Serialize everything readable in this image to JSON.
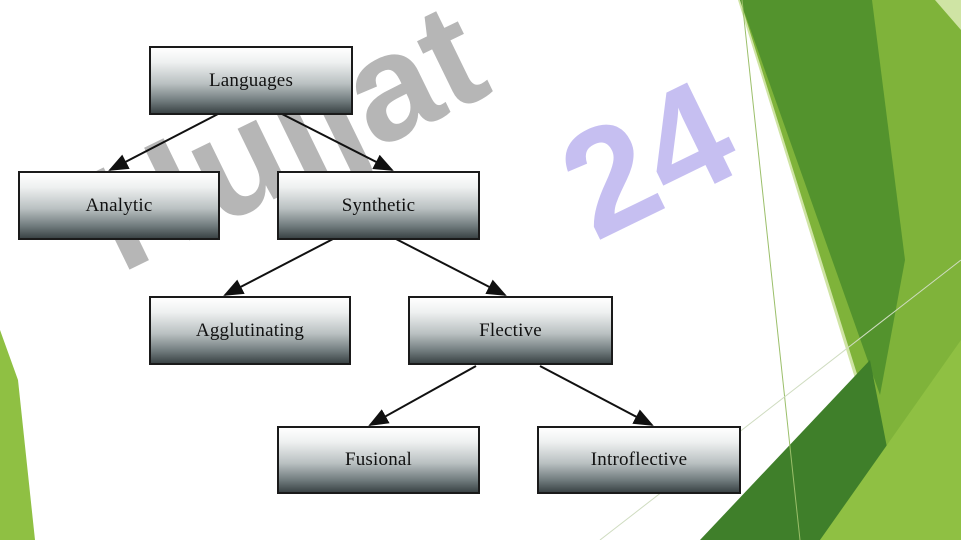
{
  "diagram": {
    "nodes": [
      {
        "id": "languages",
        "label": "Languages"
      },
      {
        "id": "analytic",
        "label": "Analytic"
      },
      {
        "id": "synthetic",
        "label": "Synthetic"
      },
      {
        "id": "agglutinating",
        "label": "Agglutinating"
      },
      {
        "id": "flective",
        "label": "Flective"
      },
      {
        "id": "fusional",
        "label": "Fusional"
      },
      {
        "id": "introflective",
        "label": "Introflective"
      }
    ],
    "edges": [
      {
        "from": "languages",
        "to": "analytic"
      },
      {
        "from": "languages",
        "to": "synthetic"
      },
      {
        "from": "synthetic",
        "to": "agglutinating"
      },
      {
        "from": "synthetic",
        "to": "flective"
      },
      {
        "from": "flective",
        "to": "fusional"
      },
      {
        "from": "flective",
        "to": "introflective"
      }
    ]
  },
  "watermark": {
    "part1": "Hujjat",
    "part2": "24"
  },
  "colors": {
    "box_border": "#1a1a1a",
    "arrow": "#111111",
    "accent_dark_green": "#3f7f2a",
    "accent_green": "#6aaa2c",
    "accent_light_green": "#9ac648",
    "watermark_gray": "#9e9e9e",
    "watermark_purple": "#b8b0ee"
  }
}
